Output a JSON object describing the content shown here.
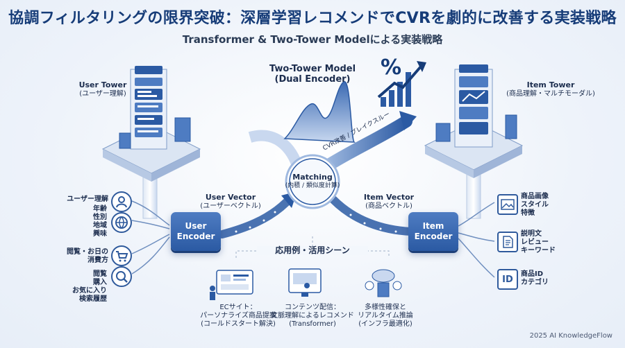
{
  "title": "協調フィルタリングの限界突破：深層学習レコメンドでCVRを劇的に改善する実装戦略",
  "subtitle": "Transformer & Two-Tower Modelによる実装戦略",
  "user_tower": {
    "title": "User Tower",
    "subtitle": "(ユーザー理解)"
  },
  "item_tower": {
    "title": "Item Tower",
    "subtitle": "(商品理解・マルチモーダル)"
  },
  "two_tower_model": {
    "title": "Two-Tower Model",
    "subtitle": "(Dual Encoder)"
  },
  "cvr_arrow_label": "CVR改善 / ブレイクスルー",
  "matching": {
    "title": "Matching",
    "subtitle": "(内積 / 類似度計算)"
  },
  "user_vector": {
    "title": "User Vector",
    "subtitle": "(ユーザーベクトル)"
  },
  "item_vector": {
    "title": "Item Vector",
    "subtitle": "(商品ベクトル)"
  },
  "user_encoder": {
    "line1": "User",
    "line2": "Encoder"
  },
  "item_encoder": {
    "line1": "Item",
    "line2": "Encoder"
  },
  "user_inputs": [
    {
      "icon": "person-icon",
      "label": "ユーザー理解"
    },
    {
      "icon": "globe-icon",
      "label": "年齢\n性別\n地域\n興味"
    },
    {
      "icon": "cart-icon",
      "label": "閲覧・お日の\n消費方"
    },
    {
      "icon": "history-icon",
      "label": "閲覧\n購入\nお気に入り\n検索履歴"
    }
  ],
  "item_inputs": [
    {
      "icon": "image-icon",
      "label": "商品画像\nスタイル\n特徴"
    },
    {
      "icon": "document-icon",
      "label": "説明文\nレビュー\nキーワード"
    },
    {
      "icon": "id-icon",
      "label": "商品ID\nカテゴリ",
      "badge": "ID"
    }
  ],
  "use_cases_title": "応用例・活用シーン",
  "use_cases": [
    {
      "icon": "ec-site-icon",
      "label": "ECサイト：\nパーソナライズ商品提案\n(コールドスタート解決)"
    },
    {
      "icon": "content-delivery-icon",
      "label": "コンテンツ配信：\n文脈理解によるレコメンド\n(Transformer)"
    },
    {
      "icon": "infrastructure-icon",
      "label": "多様性確保と\nリアルタイム推論\n(インフラ最適化)"
    }
  ],
  "percent_symbol": "%",
  "credit": "2025 AI KnowledgeFlow",
  "colors": {
    "primary": "#2b5aa3",
    "dark": "#163c78",
    "light": "#c9d8ef",
    "background": "#eef3fa"
  }
}
